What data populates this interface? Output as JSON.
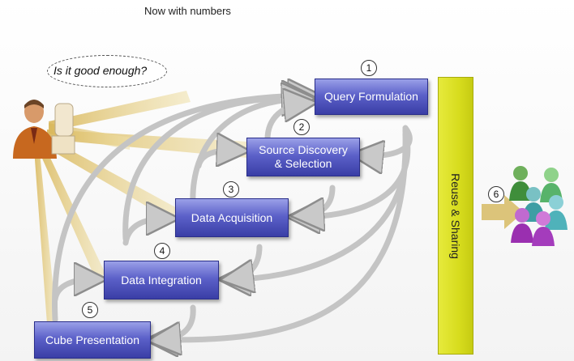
{
  "title": "Now with numbers",
  "thought_bubble": "Is it good enough?",
  "steps": [
    {
      "number": "1",
      "label": "Query Formulation"
    },
    {
      "number": "2",
      "label": "Source Discovery\n& Selection"
    },
    {
      "number": "3",
      "label": "Data Acquisition"
    },
    {
      "number": "4",
      "label": "Data Integration"
    },
    {
      "number": "5",
      "label": "Cube Presentation"
    }
  ],
  "reuse": {
    "number": "6",
    "label": "Reuse & Sharing"
  },
  "colors": {
    "step_box": "#5c61c9",
    "reuse_bar": "#d7dc1d",
    "beam": "#e3cf8e",
    "arrow": "#c8c8c8"
  }
}
